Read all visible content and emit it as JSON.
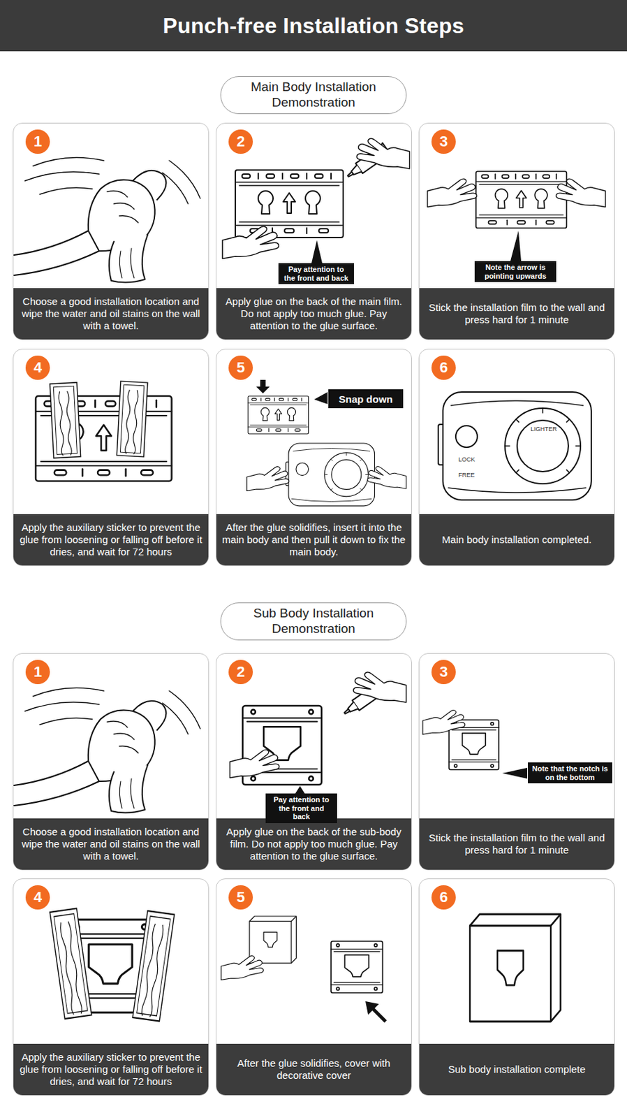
{
  "diagram": {
    "title": "Punch-free Installation Steps",
    "nodes": [
      {
        "text": [
          "Main Body Installation Demonstration"
        ]
      },
      {
        "text": [
          "Choose a good installation location and wipe the water and oil stains on the wall with a towel."
        ]
      },
      {
        "text": [
          "1"
        ],
        "in": 1
      },
      {
        "text": [
          "Apply glue on the back of the main film. Do not apply too much glue. Pay attention to the glue surface."
        ]
      },
      {
        "text": [
          "2"
        ],
        "in": 3
      },
      {
        "text": [
          "Pay attention to the front and back"
        ],
        "in": 3
      },
      {
        "text": [
          "Stick the installation film to the wall and press hard for 1 minute"
        ]
      },
      {
        "text": [
          "3"
        ],
        "in": 6
      },
      {
        "text": [
          "Note the arrow is pointing upwards"
        ],
        "in": 6
      },
      {
        "text": [
          "Apply the auxiliary sticker to prevent the glue from loosening or falling off before it dries, and wait for 72 hours"
        ]
      },
      {
        "text": [
          "4"
        ],
        "in": 9
      },
      {
        "text": [
          "After the glue solidifies, insert it into the main body and then pull it down to fix the main body."
        ]
      },
      {
        "text": [
          "5"
        ],
        "in": 11
      },
      {
        "text": [
          "Snap down"
        ],
        "in": 11
      },
      {
        "text": [
          "Main body installation completed."
        ]
      },
      {
        "text": [
          "6"
        ],
        "in": 14
      },
      {
        "text": [
          "Sub Body Installation Demonstration"
        ]
      },
      {
        "text": [
          "Choose a good installation location and wipe the water and oil stains on the wall with a towel."
        ]
      },
      {
        "text": [
          "1"
        ],
        "in": 17
      },
      {
        "text": [
          "Apply glue on the back of the sub-body film. Do not apply too much glue. Pay attention to the glue surface."
        ]
      },
      {
        "text": [
          "2"
        ],
        "in": 19
      },
      {
        "text": [
          "Pay attention to the front and back"
        ],
        "in": 19
      },
      {
        "text": [
          "Stick the installation film to the wall and press hard for 1 minute"
        ]
      },
      {
        "text": [
          "3"
        ],
        "in": 22
      },
      {
        "text": [
          "Note that the notch is on the bottom"
        ],
        "in": 22
      },
      {
        "text": [
          "Apply the auxiliary sticker to prevent the glue from loosening or falling off before it dries, and wait for 72 hours"
        ]
      },
      {
        "text": [
          "4"
        ],
        "in": 25
      },
      {
        "text": [
          "After the glue solidifies, cover with decorative cover"
        ]
      },
      {
        "text": [
          "5"
        ],
        "in": 27
      },
      {
        "text": [
          "Sub body installation complete"
        ]
      },
      {
        "text": [
          "6"
        ],
        "in": 29
      }
    ],
    "labels": [
      "LOCK",
      "FREE",
      "LIGHTER"
    ]
  }
}
